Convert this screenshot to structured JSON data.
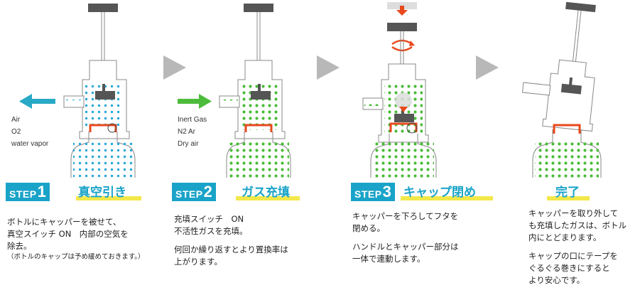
{
  "steps": [
    {
      "badge_word": "STEP",
      "badge_num": "1",
      "title": "真空引き",
      "side_labels": [
        "Air",
        "O2",
        "water vapor"
      ],
      "desc_lines": [
        "ボトルにキャッパーを被せて、",
        "真空スイッチ ON　内部の空気を",
        "除去。"
      ],
      "note": "（ボトルのキャップは予め緩めておきます。）"
    },
    {
      "badge_word": "STEP",
      "badge_num": "2",
      "title": "ガス充填",
      "side_labels": [
        "Inert Gas",
        "N2 Ar",
        "Dry air"
      ],
      "desc_lines": [
        "充填スイッチ　ON",
        "不活性ガスを充填。"
      ],
      "desc_lines_2": [
        "何回か繰り返すとより置換率は",
        "上がります。"
      ]
    },
    {
      "badge_word": "STEP",
      "badge_num": "3",
      "title": "キャップ閉め",
      "desc_lines": [
        "キャッパーを下ろしてフタを",
        "閉める。"
      ],
      "desc_lines_2": [
        "ハンドルとキャッパー部分は",
        "一体で連動します。"
      ]
    },
    {
      "title": "完了",
      "desc_lines": [
        "キャッパーを取り外して",
        "も充填したガスは、ボトル",
        "内にとどまります。"
      ],
      "desc_lines_2": [
        "キャップの口にテープを",
        "ぐるぐる巻きにすると",
        "より安心です。"
      ]
    }
  ],
  "colors": {
    "accent": "#1aa3c8",
    "highlight": "#f3e84a",
    "air_dot": "#2aa7d8",
    "gas_dot": "#4cbb3b",
    "cap": "#e8491d",
    "arrow_air": "#28a9c6",
    "arrow_gas": "#4cbb3b",
    "step_arrow": "#b8b8b8"
  },
  "icons": [
    "vacuum-out-arrow-icon",
    "gas-in-arrow-icon",
    "step-chevron-icon",
    "rotate-icon",
    "down-arrow-icon"
  ]
}
